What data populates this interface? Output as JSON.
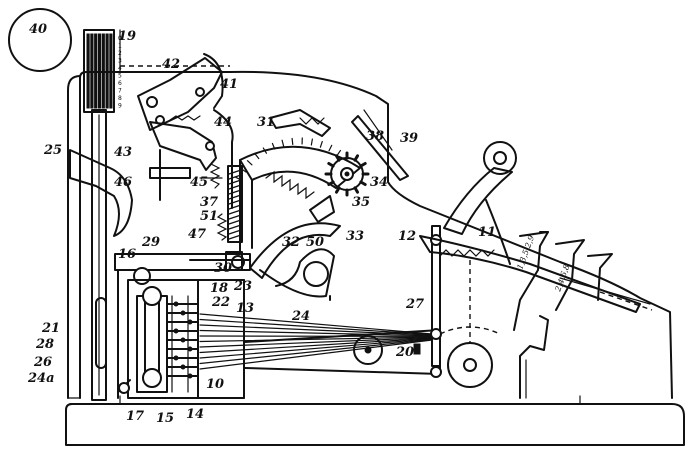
{
  "figure_number": "40",
  "callouts": [
    "19",
    "42",
    "41",
    "25",
    "43",
    "44",
    "31",
    "38",
    "39",
    "46",
    "45",
    "37",
    "51",
    "47",
    "29",
    "34",
    "35",
    "50",
    "32",
    "33",
    "12",
    "11",
    "16",
    "30",
    "23",
    "18",
    "22",
    "13",
    "24",
    "27",
    "21",
    "28",
    "26",
    "24a",
    "20",
    "17",
    "15",
    "14",
    "10"
  ],
  "column_digits": [
    "0",
    "1",
    "2",
    "3",
    "4",
    "5",
    "6",
    "7",
    "8",
    "9"
  ],
  "key_labels": [
    "1,3,5,2,9",
    "2,4,6,8"
  ]
}
